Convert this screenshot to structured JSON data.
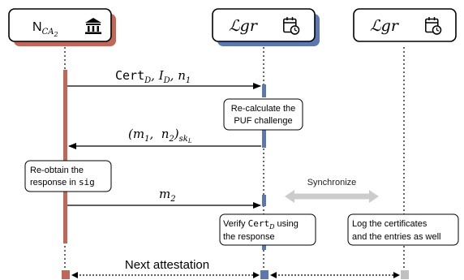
{
  "participants": [
    {
      "id": "ca",
      "name": "N",
      "sub": "CA",
      "subsub": "2",
      "icon": "bank-icon"
    },
    {
      "id": "ledger1",
      "name": "ℒgr",
      "icon": "calendar-clock-icon"
    },
    {
      "id": "ledger2",
      "name": "ℒgr",
      "icon": "calendar-clock-icon"
    }
  ],
  "messages": {
    "m1": {
      "cert": "Cert",
      "cert_sub": "D",
      "rest": ", I",
      "rest_sub": "D",
      "n": ", n",
      "n_sub": "1"
    },
    "m2": {
      "open": "(m",
      "m1_sub": "1",
      "mid": ",  n",
      "m2_sub": "2",
      "close": ")",
      "sk": "sk",
      "sk_sub": "L"
    },
    "m3": {
      "text": "m",
      "sub": "2"
    }
  },
  "notes": {
    "recalc": [
      "Re-calculate the",
      "PUF challenge"
    ],
    "reobtain": [
      "Re-obtain the",
      "response in "
    ],
    "reobtain_code": "sig",
    "verify_prefix": "Verify ",
    "verify_code": "Cert",
    "verify_code_sub": "D",
    "verify_suffix": " using",
    "verify_line2": "the response",
    "log": [
      "Log the certificates",
      "and the entries as well"
    ]
  },
  "synchronize": "Synchronize",
  "next_attestation": "Next attestation",
  "colors": {
    "ca": "#c0675a",
    "ledger1": "#5b78b0",
    "ledger2": "#c0c0c0",
    "sync_arrow": "#cccccc"
  }
}
